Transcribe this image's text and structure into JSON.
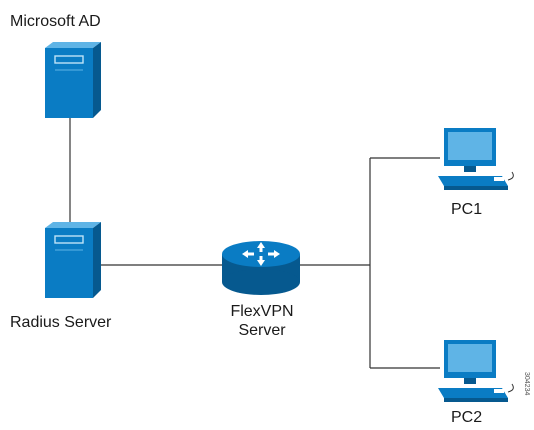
{
  "diagram": {
    "colors": {
      "device_fill": "#0a7cc4",
      "device_dark": "#06598f",
      "device_light": "#5fb4e6",
      "line": "#333333"
    },
    "nodes": {
      "microsoft_ad": {
        "label": "Microsoft AD",
        "icon": "server-icon"
      },
      "radius_server": {
        "label": "Radius Server",
        "icon": "server-icon"
      },
      "flexvpn_server": {
        "label_line1": "FlexVPN",
        "label_line2": "Server",
        "icon": "router-icon"
      },
      "pc1": {
        "label": "PC1",
        "icon": "workstation-icon"
      },
      "pc2": {
        "label": "PC2",
        "icon": "workstation-icon"
      }
    },
    "figure_id": "304234"
  }
}
